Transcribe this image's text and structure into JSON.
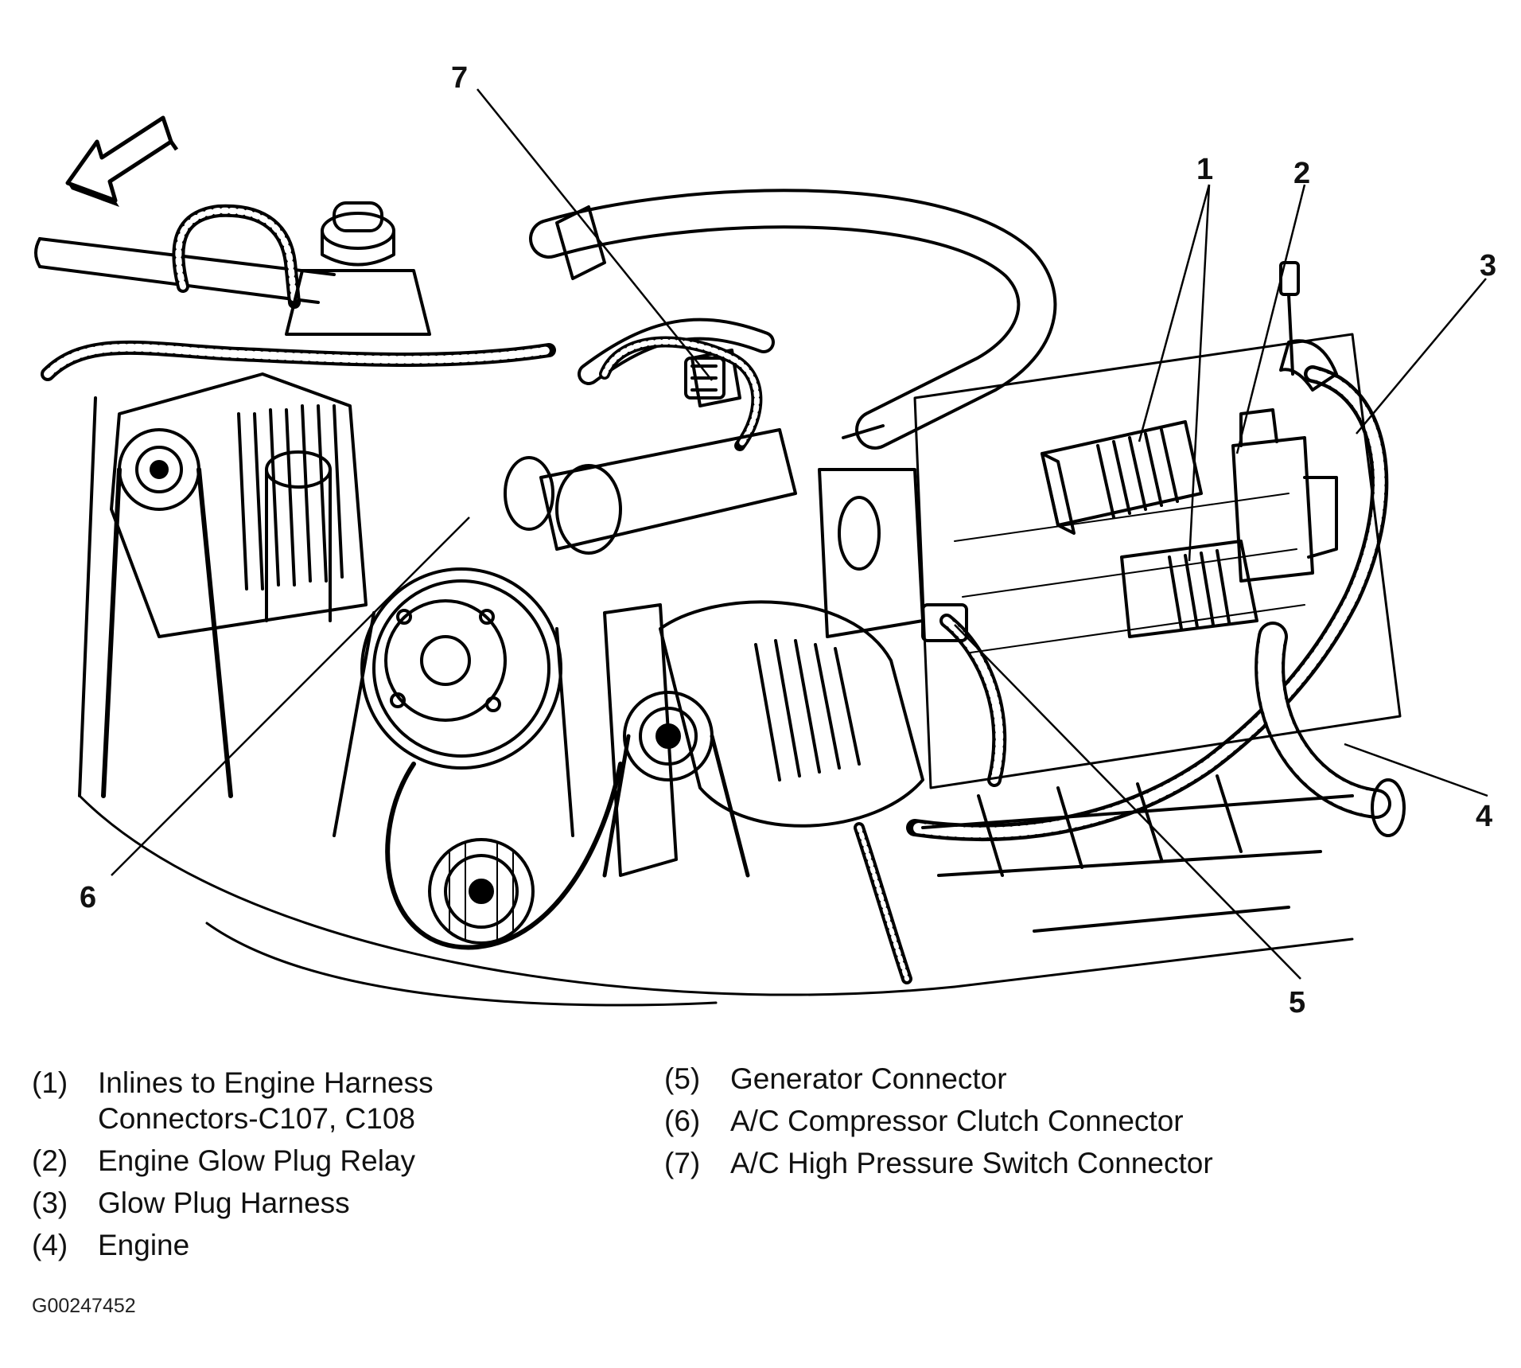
{
  "figure_id": "G00247452",
  "callouts": [
    "1",
    "2",
    "3",
    "4",
    "5",
    "6",
    "7"
  ],
  "legend_left": [
    {
      "num": "(1)",
      "lines": [
        "Inlines to Engine Harness",
        "Connectors-C107, C108"
      ]
    },
    {
      "num": "(2)",
      "lines": [
        "Engine Glow Plug Relay"
      ]
    },
    {
      "num": "(3)",
      "lines": [
        "Glow Plug Harness"
      ]
    },
    {
      "num": "(4)",
      "lines": [
        "Engine"
      ]
    }
  ],
  "legend_right": [
    {
      "num": "(5)",
      "lines": [
        "Generator Connector"
      ]
    },
    {
      "num": "(6)",
      "lines": [
        "A/C Compressor Clutch Connector"
      ]
    },
    {
      "num": "(7)",
      "lines": [
        "A/C High Pressure Switch Connector"
      ]
    }
  ]
}
